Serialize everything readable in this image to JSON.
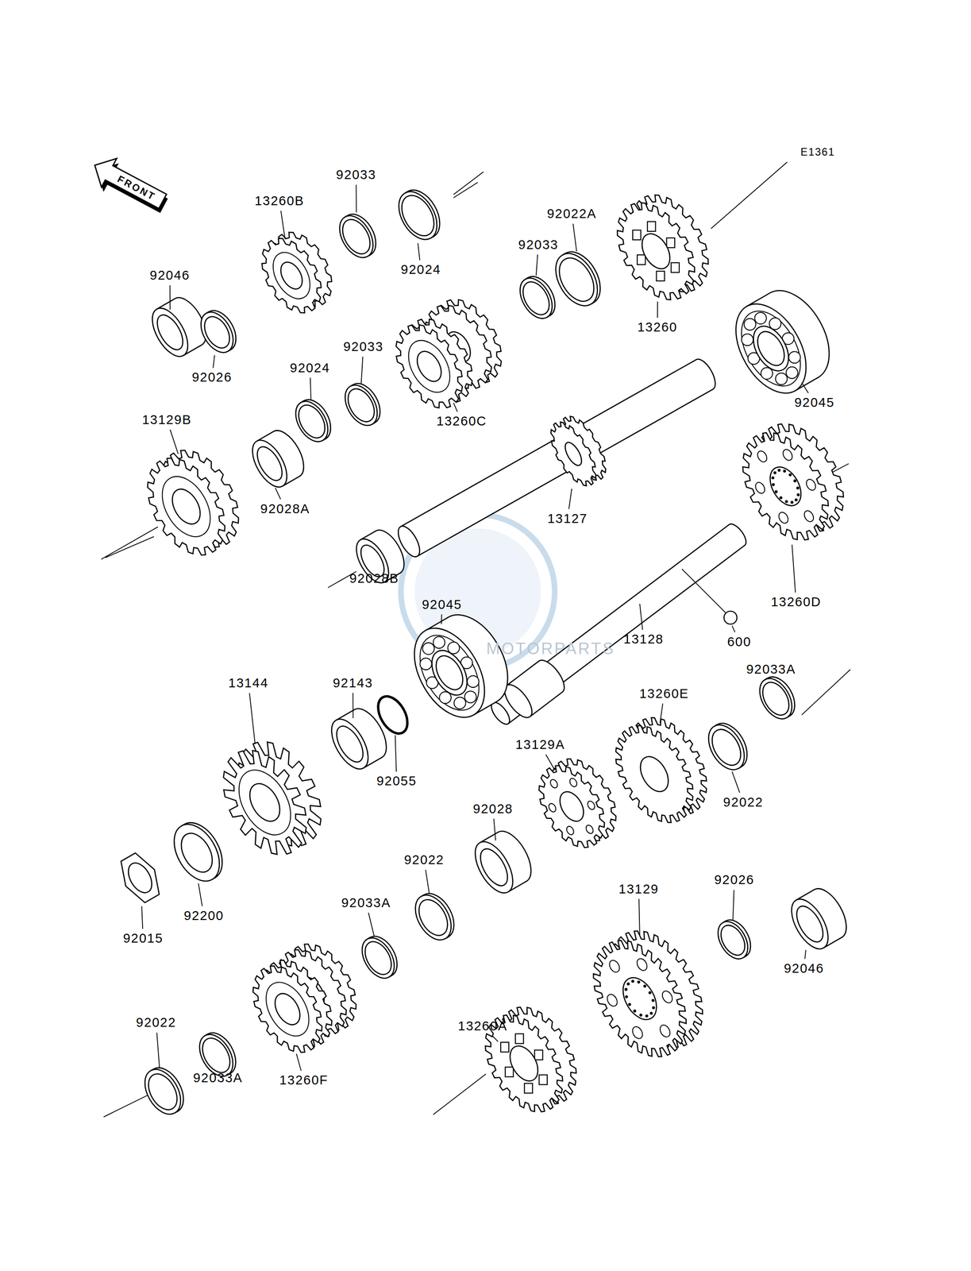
{
  "diagram": {
    "labels": [
      "E1361",
      "FRONT",
      "92033",
      "13260B",
      "92024",
      "92046",
      "92022A",
      "92033",
      "13260",
      "92026",
      "92033",
      "92024",
      "92045",
      "13129B",
      "13260C",
      "92028A",
      "13127",
      "92028B",
      "92045",
      "13260D",
      "13128",
      "600",
      "92033A",
      "13144",
      "92143",
      "13260E",
      "92055",
      "13129A",
      "92022",
      "92028",
      "92022",
      "92033A",
      "92200",
      "92015",
      "13129",
      "92026",
      "92046",
      "92022",
      "13260A",
      "13260F",
      "92033A",
      "MOTORPARTS"
    ]
  }
}
